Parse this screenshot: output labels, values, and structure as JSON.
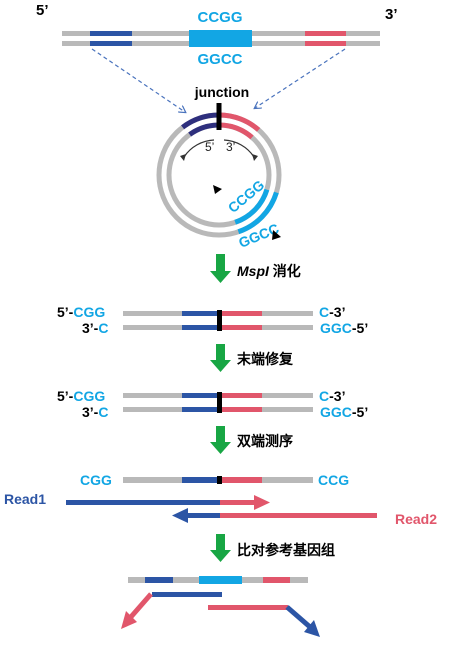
{
  "colors": {
    "strand_gray": "#b9b9b9",
    "blue_dark": "#2c55a5",
    "blue_navy": "#2e2f7d",
    "cyan": "#12a6e4",
    "red": "#e1566b",
    "arrow_green": "#18a644",
    "text_black": "#000000"
  },
  "top_dna": {
    "end5": "5’",
    "end3": "3’",
    "site_top": "CCGG",
    "site_bottom": "GGCC"
  },
  "circle": {
    "junction_label": "junction",
    "label_5": "5’",
    "label_3": "3’",
    "site_top": "CCGG",
    "site_bottom": "GGCC"
  },
  "steps": {
    "step1_enzyme": "MspI",
    "step1_suffix": " 消化",
    "step2": "末端修复",
    "step3": "双端测序",
    "step4": "比对参考基因组"
  },
  "digest": {
    "left_top_prefix": "5’-",
    "left_top_seq": "CGG",
    "left_bottom_prefix": "3’-",
    "left_bottom_seq": "C",
    "right_top_seq": "C",
    "right_top_suffix": "-3’",
    "right_bottom_seq": "GGC",
    "right_bottom_suffix": "-5’"
  },
  "repair": {
    "left_top_prefix": "5’-",
    "left_top_seq": "CGG",
    "left_bottom_prefix": "3’-",
    "left_bottom_seq": "C",
    "right_top_seq": "C",
    "right_top_suffix": "-3’",
    "right_bottom_seq": "GGC",
    "right_bottom_suffix": "-5’"
  },
  "sequencing": {
    "left_seq": "CGG",
    "right_seq": "CCG",
    "read1": "Read1",
    "read2": "Read2"
  }
}
